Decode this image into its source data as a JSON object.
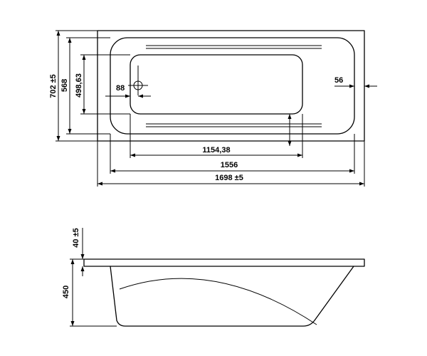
{
  "dimensions": {
    "overall_width": "702 ±5",
    "inner_width": "568",
    "bottom_width": "498,63",
    "drain_offset": "88",
    "rim_offset": "56",
    "bottom_length": "1154,38",
    "inner_length": "1556",
    "overall_length": "1698 ±5",
    "rim_height": "40 ±5",
    "tub_height": "450"
  }
}
